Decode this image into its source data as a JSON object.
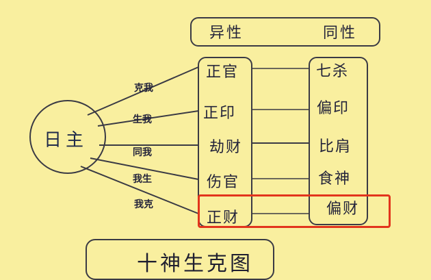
{
  "colors": {
    "background": "#f9ef9f",
    "line": "#3a3a44",
    "text": "#23233a",
    "highlight": "#e2341c"
  },
  "header": {
    "opposite_gender": "异性",
    "same_gender": "同性"
  },
  "center_node": {
    "label": "日主"
  },
  "relations": [
    {
      "label": "克我",
      "opposite": "正官",
      "same": "七杀"
    },
    {
      "label": "生我",
      "opposite": "正印",
      "same": "偏印"
    },
    {
      "label": "同我",
      "opposite": "劫财",
      "same": "比肩"
    },
    {
      "label": "我生",
      "opposite": "伤官",
      "same": "食神"
    },
    {
      "label": "我克",
      "opposite": "正财",
      "same": "偏财"
    }
  ],
  "highlighted_row": {
    "opposite": "正财",
    "same": "偏财"
  },
  "title": "十神生克图"
}
